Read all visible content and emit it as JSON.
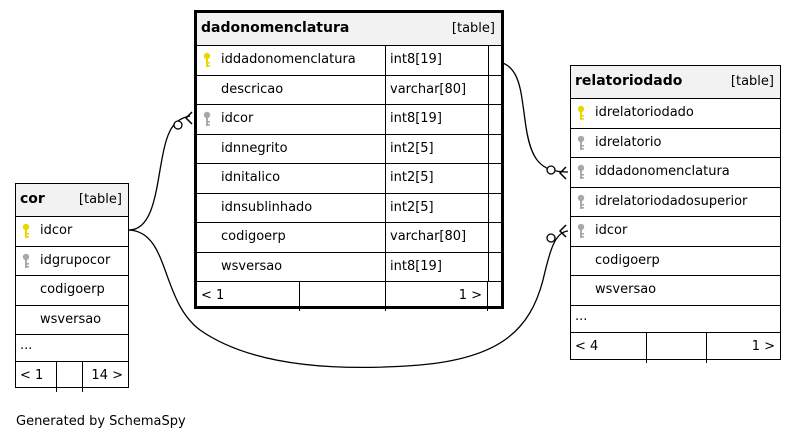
{
  "tables": {
    "dadonomenclatura": {
      "name": "dadonomenclatura",
      "kind": "[table]",
      "columns": [
        {
          "name": "iddadonomenclatura",
          "type": "int8[19]",
          "key": "primary"
        },
        {
          "name": "descricao",
          "type": "varchar[80]",
          "key": "none"
        },
        {
          "name": "idcor",
          "type": "int8[19]",
          "key": "foreign"
        },
        {
          "name": "idnnegrito",
          "type": "int2[5]",
          "key": "none"
        },
        {
          "name": "idnitalico",
          "type": "int2[5]",
          "key": "none"
        },
        {
          "name": "idnsublinhado",
          "type": "int2[5]",
          "key": "none"
        },
        {
          "name": "codigoerp",
          "type": "varchar[80]",
          "key": "none"
        },
        {
          "name": "wsversao",
          "type": "int8[19]",
          "key": "none"
        }
      ],
      "footer": {
        "left": "< 1",
        "right": "1 >"
      }
    },
    "relatoriodado": {
      "name": "relatoriodado",
      "kind": "[table]",
      "columns": [
        {
          "name": "idrelatoriodado",
          "key": "primary"
        },
        {
          "name": "idrelatorio",
          "key": "foreign"
        },
        {
          "name": "iddadonomenclatura",
          "key": "foreign"
        },
        {
          "name": "idrelatoriodadosuperior",
          "key": "foreign"
        },
        {
          "name": "idcor",
          "key": "foreign"
        },
        {
          "name": "codigoerp",
          "key": "none"
        },
        {
          "name": "wsversao",
          "key": "none"
        }
      ],
      "ellipsis": "...",
      "footer": {
        "left": "< 4",
        "right": "1 >"
      }
    },
    "cor": {
      "name": "cor",
      "kind": "[table]",
      "columns": [
        {
          "name": "idcor",
          "key": "primary"
        },
        {
          "name": "idgrupocor",
          "key": "foreign"
        },
        {
          "name": "codigoerp",
          "key": "none"
        },
        {
          "name": "wsversao",
          "key": "none"
        }
      ],
      "ellipsis": "...",
      "footer": {
        "left": "< 1",
        "right": "14 >"
      }
    }
  },
  "colors": {
    "primary_key": "#e8d800",
    "foreign_key": "#a8a8a8",
    "header_bg": "#f2f2f2"
  },
  "generated_by": "Generated by SchemaSpy"
}
